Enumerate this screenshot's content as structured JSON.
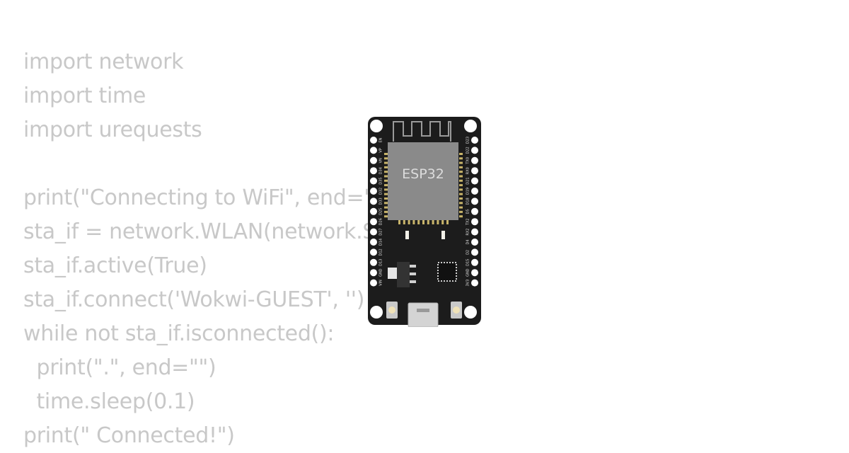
{
  "code": {
    "lines": [
      "import network",
      "import time",
      "import urequests",
      "",
      "print(\"Connecting to WiFi\", end=\"\")",
      "sta_if = network.WLAN(network.STA_IF)",
      "sta_if.active(True)",
      "sta_if.connect('Wokwi-GUEST', '')",
      "while not sta_if.isconnected():",
      "  print(\".\", end=\"\")",
      "  time.sleep(0.1)",
      "print(\" Connected!\")"
    ]
  },
  "board": {
    "chip_label": "ESP32",
    "left_pins": [
      "EN",
      "VP",
      "VN",
      "D34",
      "D35",
      "D32",
      "D33",
      "D25",
      "D26",
      "D27",
      "D14",
      "D12",
      "D13",
      "GND",
      "VIN"
    ],
    "right_pins": [
      "D23",
      "D22",
      "TX0",
      "RX0",
      "D21",
      "D19",
      "D18",
      "D5",
      "TX2",
      "RX2",
      "D4",
      "D2",
      "D15",
      "GND",
      "3V3"
    ],
    "colors": {
      "pcb": "#1c1c1c",
      "shield": "#8a8a8a",
      "chip_text": "#d8d8d8",
      "code_text": "#c8c8c8",
      "gold": "#c8b46a"
    }
  }
}
